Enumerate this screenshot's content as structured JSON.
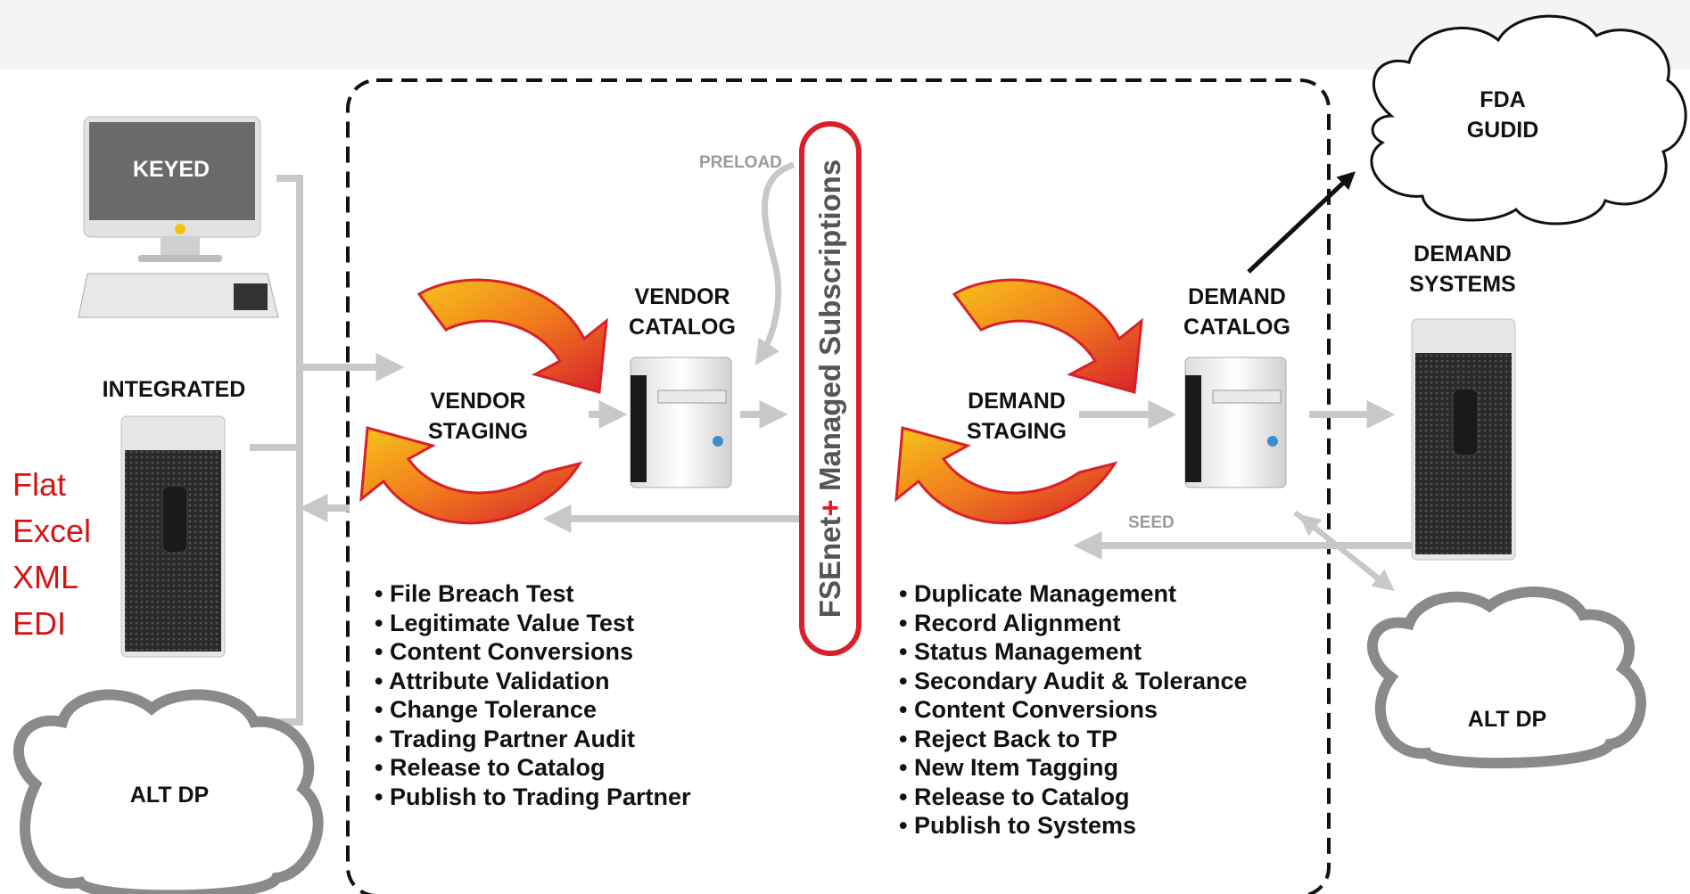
{
  "sources": {
    "keyed": "KEYED",
    "integrated": "INTEGRATED",
    "alt_dp_left": "ALT DP",
    "formats": [
      "Flat",
      "Excel",
      "XML",
      "EDI"
    ]
  },
  "vendor_staging": {
    "line1": "VENDOR",
    "line2": "STAGING"
  },
  "vendor_catalog": {
    "line1": "VENDOR",
    "line2": "CATALOG"
  },
  "preload": "PRELOAD",
  "subscriptions": {
    "prefix": "FSEnet",
    "plus": "+",
    "suffix": " Managed Subscriptions"
  },
  "demand_staging": {
    "line1": "DEMAND",
    "line2": "STAGING"
  },
  "demand_catalog": {
    "line1": "DEMAND",
    "line2": "CATALOG"
  },
  "demand_systems": {
    "line1": "DEMAND",
    "line2": "SYSTEMS"
  },
  "fda": {
    "line1": "FDA",
    "line2": "GUDID"
  },
  "seed": "SEED",
  "alt_dp_right": "ALT DP",
  "vendor_checks": [
    "File Breach Test",
    "Legitimate Value Test",
    "Content Conversions",
    "Attribute Validation",
    "Change Tolerance",
    "Trading Partner Audit",
    "Release to Catalog",
    "Publish to Trading Partner"
  ],
  "demand_checks": [
    "Duplicate Management",
    "Record Alignment",
    "Status Management",
    "Secondary Audit & Tolerance",
    "Content Conversions",
    "Reject Back to TP",
    "New Item Tagging",
    "Release to Catalog",
    "Publish to Systems"
  ],
  "colors": {
    "accent": "#d8202a",
    "format_text": "#d41414",
    "arrow": "#c8c8c8",
    "cycle_orange": "#f39a1e"
  }
}
